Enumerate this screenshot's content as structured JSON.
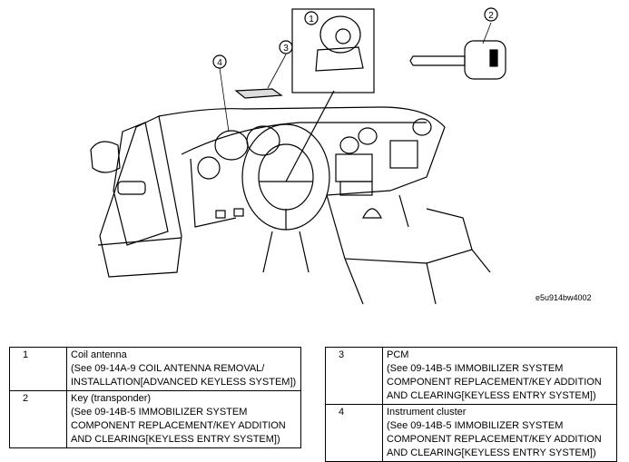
{
  "figure": {
    "id": "e5u914bw4002",
    "callouts": [
      "1",
      "2",
      "3",
      "4"
    ]
  },
  "legend": {
    "left": [
      {
        "num": "1",
        "title": "Coil antenna",
        "ref": "(See 09-14A-9 COIL ANTENNA REMOVAL/\nINSTALLATION[ADVANCED KEYLESS SYSTEM])"
      },
      {
        "num": "2",
        "title": "Key (transponder)",
        "ref": "(See 09-14B-5 IMMOBILIZER SYSTEM\nCOMPONENT REPLACEMENT/KEY ADDITION\nAND CLEARING[KEYLESS ENTRY SYSTEM])"
      }
    ],
    "right": [
      {
        "num": "3",
        "title": "PCM",
        "ref": "(See 09-14B-5 IMMOBILIZER SYSTEM\nCOMPONENT REPLACEMENT/KEY ADDITION\nAND CLEARING[KEYLESS ENTRY SYSTEM])"
      },
      {
        "num": "4",
        "title": "Instrument cluster",
        "ref": "(See 09-14B-5 IMMOBILIZER SYSTEM\nCOMPONENT REPLACEMENT/KEY ADDITION\nAND CLEARING[KEYLESS ENTRY SYSTEM])"
      }
    ]
  }
}
